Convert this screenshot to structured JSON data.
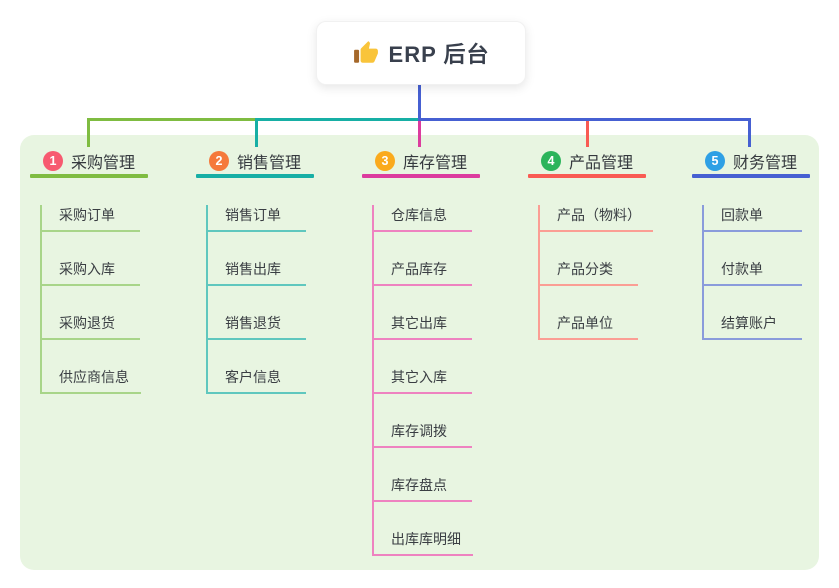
{
  "root": {
    "icon": "thumbs-up-icon",
    "label": "ERP 后台"
  },
  "colors": {
    "panel_background": "#E8F5E1",
    "page_background": "#FFFFFF",
    "root_text": "#39404d",
    "thumb_yellow": "#F9C43A",
    "thumb_cuff_brown": "#A5682A"
  },
  "branches": [
    {
      "number": "1",
      "title": "采购管理",
      "badge_color": "#F75A70",
      "line_color": "#7FBC41",
      "child_line_color": "#A8D589",
      "children": [
        "采购订单",
        "采购入库",
        "采购退货",
        "供应商信息"
      ]
    },
    {
      "number": "2",
      "title": "销售管理",
      "badge_color": "#F5793B",
      "line_color": "#17AFA5",
      "child_line_color": "#5FC7BE",
      "children": [
        "销售订单",
        "销售出库",
        "销售退货",
        "客户信息"
      ]
    },
    {
      "number": "3",
      "title": "库存管理",
      "badge_color": "#FAAA1D",
      "line_color": "#DC3C9E",
      "child_line_color": "#EE82C0",
      "children": [
        "仓库信息",
        "产品库存",
        "其它出库",
        "其它入库",
        "库存调拨",
        "库存盘点",
        "出库库明细"
      ]
    },
    {
      "number": "4",
      "title": "产品管理",
      "badge_color": "#2CB45B",
      "line_color": "#F95B53",
      "child_line_color": "#FB9E94",
      "children": [
        "产品（物料）",
        "产品分类",
        "产品单位"
      ]
    },
    {
      "number": "5",
      "title": "财务管理",
      "badge_color": "#2EA0E5",
      "line_color": "#4660D2",
      "child_line_color": "#8A9BDB",
      "children": [
        "回款单",
        "付款单",
        "结算账户"
      ]
    }
  ]
}
